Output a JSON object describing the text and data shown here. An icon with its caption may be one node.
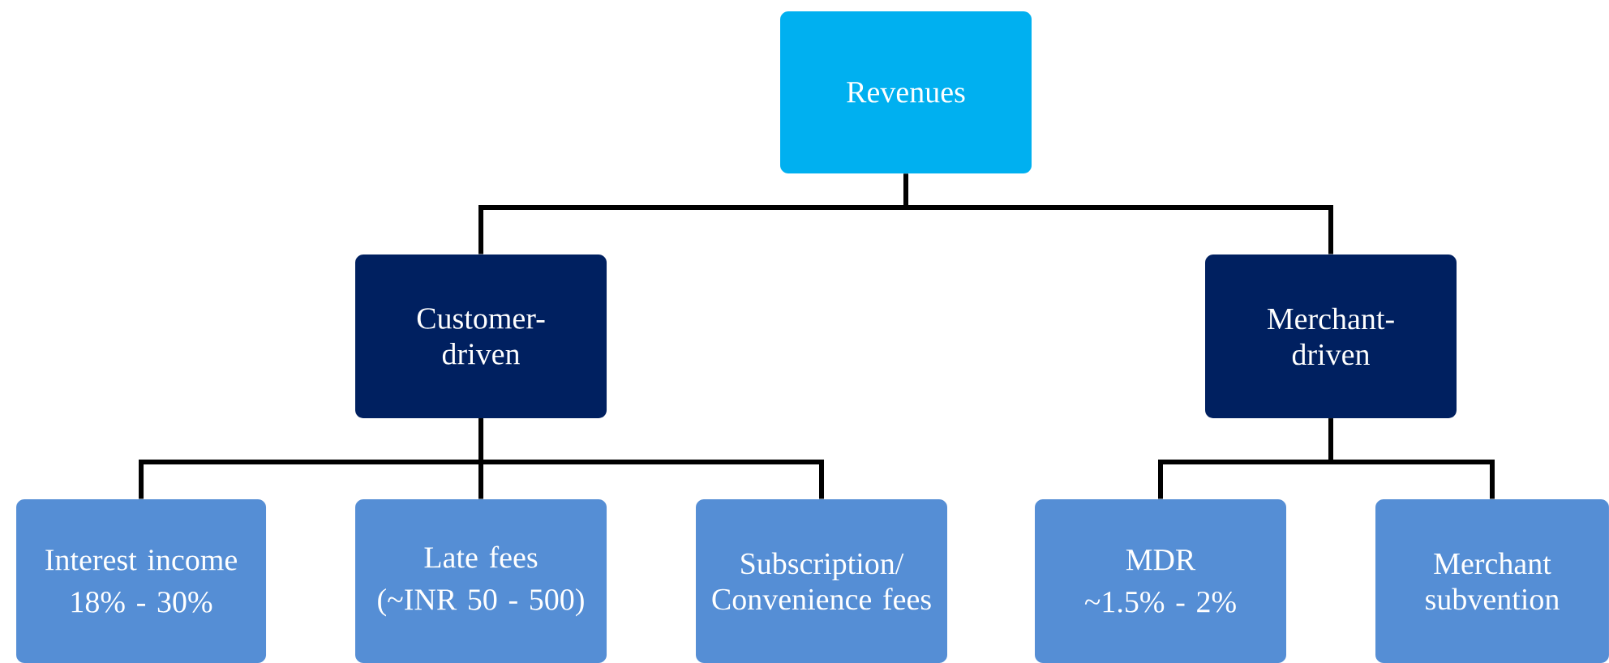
{
  "diagram": {
    "nodes": [
      {
        "text": [
          "Revenues"
        ]
      },
      {
        "text": [
          "Customer- driven"
        ]
      },
      {
        "text": [
          "Merchant- driven"
        ]
      },
      {
        "text": [
          "Interest income",
          "18% - 30%"
        ]
      },
      {
        "text": [
          "Late fees",
          "(~INR 50 - 500)"
        ]
      },
      {
        "text": [
          "Subscription/ Convenience fees"
        ]
      },
      {
        "text": [
          "MDR",
          "~1.5% - 2%"
        ]
      },
      {
        "text": [
          "Merchant subvention"
        ]
      }
    ],
    "edges": [
      {
        "from": 0,
        "to": 1,
        "arrow": "none"
      },
      {
        "from": 0,
        "to": 2,
        "arrow": "none"
      },
      {
        "from": 1,
        "to": 3,
        "arrow": "none"
      },
      {
        "from": 1,
        "to": 4,
        "arrow": "none"
      },
      {
        "from": 1,
        "to": 5,
        "arrow": "none"
      },
      {
        "from": 2,
        "to": 6,
        "arrow": "none"
      },
      {
        "from": 2,
        "to": 7,
        "arrow": "none"
      }
    ]
  }
}
